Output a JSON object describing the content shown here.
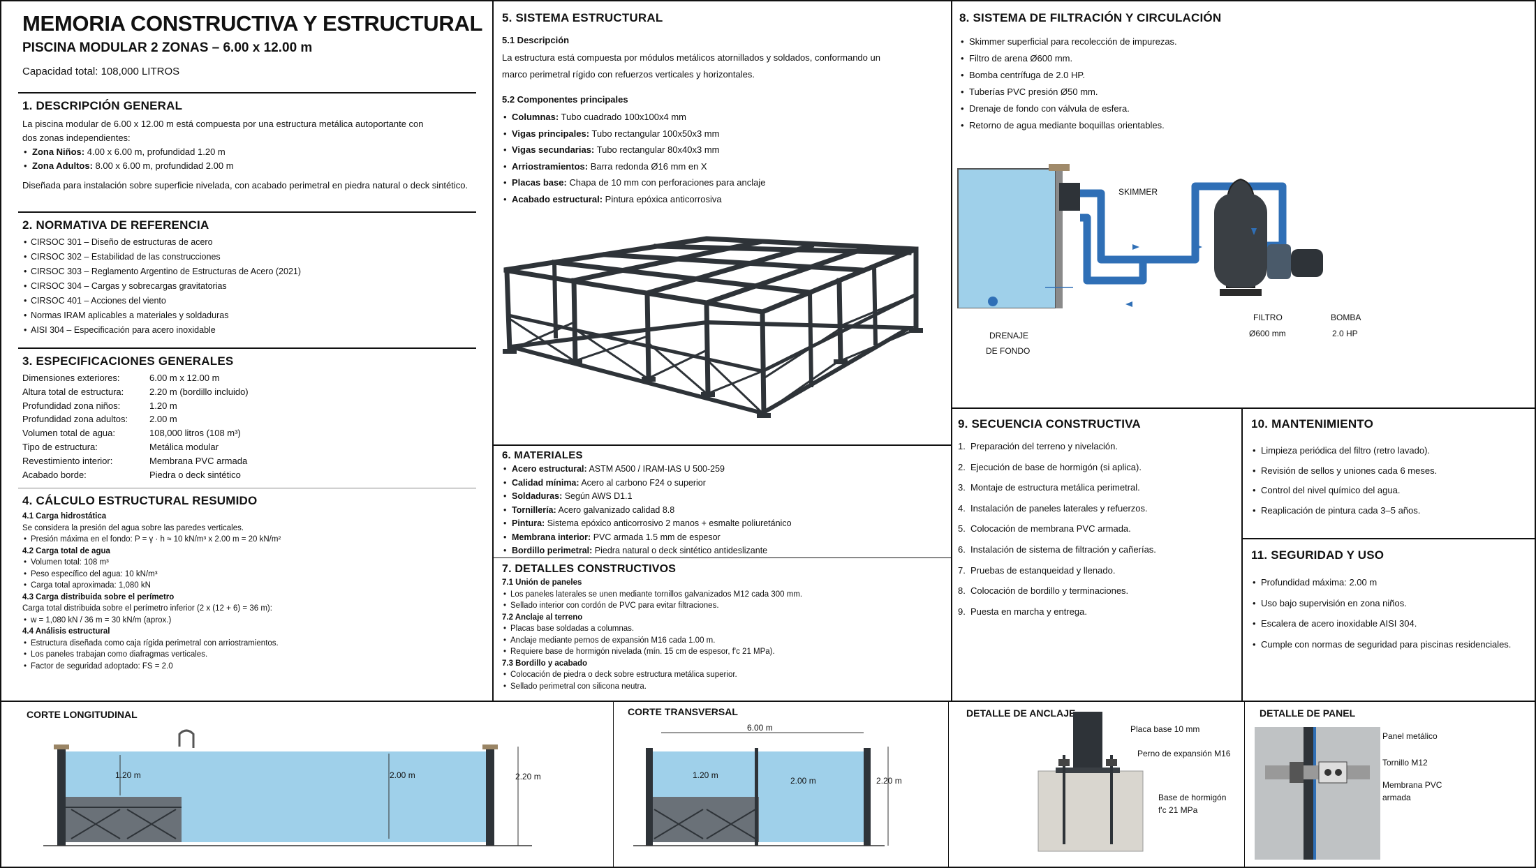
{
  "header": {
    "title": "MEMORIA CONSTRUCTIVA Y ESTRUCTURAL",
    "subtitle": "PISCINA MODULAR 2 ZONAS – 6.00 x 12.00 m",
    "capacity": "Capacidad total: 108,000 LITROS"
  },
  "s1": {
    "title": "1. DESCRIPCIÓN GENERAL",
    "intro": "La piscina modular de 6.00 x 12.00 m está compuesta por una estructura metálica autoportante con dos zonas independientes:",
    "items": [
      {
        "k": "Zona Niños:",
        "v": " 4.00 x 6.00 m, profundidad 1.20 m"
      },
      {
        "k": "Zona Adultos:",
        "v": " 8.00 x 6.00 m, profundidad 2.00 m"
      }
    ],
    "outro": "Diseñada para instalación sobre superficie nivelada, con acabado perimetral en piedra natural o deck sintético."
  },
  "s2": {
    "title": "2. NORMATIVA DE REFERENCIA",
    "items": [
      "CIRSOC 301 – Diseño de estructuras de acero",
      "CIRSOC 302 – Estabilidad de las construcciones",
      "CIRSOC 303 – Reglamento Argentino de Estructuras de Acero (2021)",
      "CIRSOC 304 – Cargas y sobrecargas gravitatorias",
      "CIRSOC 401 – Acciones del viento",
      "Normas IRAM aplicables a materiales y soldaduras",
      "AISI 304 – Especificación para acero inoxidable"
    ]
  },
  "s3": {
    "title": "3. ESPECIFICACIONES GENERALES",
    "rows": [
      {
        "k": "Dimensiones exteriores:",
        "v": "6.00 m x 12.00 m"
      },
      {
        "k": "Altura total de estructura:",
        "v": "2.20 m (bordillo incluido)"
      },
      {
        "k": "Profundidad zona niños:",
        "v": "1.20 m"
      },
      {
        "k": "Profundidad zona adultos:",
        "v": "2.00 m"
      },
      {
        "k": "Volumen total de agua:",
        "v": "108,000 litros (108 m³)"
      },
      {
        "k": "Tipo de estructura:",
        "v": "Metálica modular"
      },
      {
        "k": "Revestimiento interior:",
        "v": "Membrana PVC armada"
      },
      {
        "k": "Acabado borde:",
        "v": "Piedra o deck sintético"
      }
    ]
  },
  "s4": {
    "title": "4. CÁLCULO ESTRUCTURAL RESUMIDO",
    "h1": "4.1 Carga hidrostática",
    "p1": "Se considera la presión del agua sobre las paredes verticales.",
    "l1": [
      "Presión máxima en el fondo: P = γ · h ≈ 10 kN/m³ x 2.00 m = 20 kN/m²"
    ],
    "h2": "4.2 Carga total de agua",
    "l2": [
      "Volumen total: 108 m³",
      "Peso específico del agua: 10 kN/m³",
      "Carga total aproximada: 1,080 kN"
    ],
    "h3": "4.3 Carga distribuida sobre el perímetro",
    "p3": "Carga total distribuida sobre el perímetro inferior (2 x (12 + 6) = 36 m):",
    "l3": [
      "w = 1,080 kN / 36 m = 30 kN/m (aprox.)"
    ],
    "h4": "4.4 Análisis estructural",
    "l4": [
      "Estructura diseñada como caja rígida perimetral con arriostramientos.",
      "Los paneles trabajan como diafragmas verticales.",
      "Factor de seguridad adoptado: FS = 2.0"
    ]
  },
  "s5": {
    "title": "5. SISTEMA ESTRUCTURAL",
    "h1": "5.1 Descripción",
    "p1": "La estructura está compuesta por módulos metálicos atornillados y soldados, conformando un marco perimetral rígido con refuerzos verticales y horizontales.",
    "h2": "5.2 Componentes principales",
    "items": [
      {
        "k": "Columnas:",
        "v": " Tubo cuadrado 100x100x4 mm"
      },
      {
        "k": "Vigas principales:",
        "v": " Tubo rectangular 100x50x3 mm"
      },
      {
        "k": "Vigas secundarias:",
        "v": " Tubo rectangular 80x40x3 mm"
      },
      {
        "k": "Arriostramientos:",
        "v": " Barra redonda Ø16 mm en X"
      },
      {
        "k": "Placas base:",
        "v": " Chapa de 10 mm con perforaciones para anclaje"
      },
      {
        "k": "Acabado estructural:",
        "v": " Pintura epóxica anticorrosiva"
      }
    ]
  },
  "s6": {
    "title": "6. MATERIALES",
    "items": [
      {
        "k": "Acero estructural:",
        "v": " ASTM A500 / IRAM-IAS U 500-259"
      },
      {
        "k": "Calidad mínima:",
        "v": " Acero al carbono F24 o superior"
      },
      {
        "k": "Soldaduras:",
        "v": " Según AWS D1.1"
      },
      {
        "k": "Tornillería:",
        "v": " Acero galvanizado calidad 8.8"
      },
      {
        "k": "Pintura:",
        "v": " Sistema epóxico anticorrosivo 2 manos + esmalte poliuretánico"
      },
      {
        "k": "Membrana interior:",
        "v": " PVC armada 1.5 mm de espesor"
      },
      {
        "k": "Bordillo perimetral:",
        "v": " Piedra natural o deck sintético antideslizante"
      }
    ]
  },
  "s7": {
    "title": "7. DETALLES CONSTRUCTIVOS",
    "h1": "7.1 Unión de paneles",
    "l1": [
      "Los paneles laterales se unen mediante tornillos galvanizados M12 cada 300 mm.",
      "Sellado interior con cordón de PVC para evitar filtraciones."
    ],
    "h2": "7.2 Anclaje al terreno",
    "l2": [
      "Placas base soldadas a columnas.",
      "Anclaje mediante pernos de expansión M16 cada 1.00 m.",
      "Requiere base de hormigón nivelada (mín. 15 cm de espesor, f'c 21 MPa)."
    ],
    "h3": "7.3 Bordillo y acabado",
    "l3": [
      "Colocación de piedra o deck sobre estructura metálica superior.",
      "Sellado perimetral con silicona neutra."
    ]
  },
  "s8": {
    "title": "8. SISTEMA DE FILTRACIÓN Y CIRCULACIÓN",
    "items": [
      "Skimmer superficial para recolección de impurezas.",
      "Filtro de arena Ø600 mm.",
      "Bomba centrífuga de 2.0 HP.",
      "Tuberías PVC presión Ø50 mm.",
      "Drenaje de fondo con válvula de esfera.",
      "Retorno de agua mediante boquillas orientables."
    ],
    "labels": {
      "skimmer": "SKIMMER",
      "filtro1": "FILTRO",
      "filtro2": "Ø600 mm",
      "bomba1": "BOMBA",
      "bomba2": "2.0 HP",
      "drenaje1": "DRENAJE",
      "drenaje2": "DE FONDO"
    }
  },
  "s9": {
    "title": "9. SECUENCIA CONSTRUCTIVA",
    "items": [
      "Preparación del terreno y nivelación.",
      "Ejecución de base de hormigón (si aplica).",
      "Montaje de estructura metálica perimetral.",
      "Instalación de paneles laterales y refuerzos.",
      "Colocación de membrana PVC armada.",
      "Instalación de sistema de filtración y cañerías.",
      "Pruebas de estanqueidad y llenado.",
      "Colocación de bordillo y terminaciones.",
      "Puesta en marcha y entrega."
    ]
  },
  "s10": {
    "title": "10. MANTENIMIENTO",
    "items": [
      "Limpieza periódica del filtro (retro lavado).",
      "Revisión de sellos y uniones cada 6 meses.",
      "Control del nivel químico del agua.",
      "Reaplicación de pintura cada 3–5 años."
    ]
  },
  "s11": {
    "title": "11. SEGURIDAD Y USO",
    "items": [
      "Profundidad máxima: 2.00 m",
      "Uso bajo supervisión en zona niños.",
      "Escalera de acero inoxidable AISI 304.",
      "Cumple con normas de seguridad para piscinas residenciales."
    ]
  },
  "cortes": {
    "long_title": "CORTE LONGITUDINAL",
    "long_h1": "1.20 m",
    "long_h2": "2.00 m",
    "long_total": "2.20 m",
    "trans_title": "CORTE TRANSVERSAL",
    "trans_w": "6.00 m",
    "trans_h1": "1.20 m",
    "trans_h2": "2.00 m",
    "trans_total": "2.20 m",
    "anclaje_title": "DETALLE DE ANCLAJE",
    "anclaje_l1": "Placa base 10 mm",
    "anclaje_l2": "Perno de expansión M16",
    "anclaje_l3a": "Base de hormigón",
    "anclaje_l3b": "f'c 21 MPa",
    "panel_title": "DETALLE DE PANEL",
    "panel_l1": "Panel metálico",
    "panel_l2": "Tornillo M12",
    "panel_l3a": "Membrana PVC",
    "panel_l3b": "armada"
  },
  "colors": {
    "water": "#9fd0ea",
    "steel": "#2e3338",
    "pipe": "#2f6fb6",
    "concrete": "#d9d6cf"
  }
}
